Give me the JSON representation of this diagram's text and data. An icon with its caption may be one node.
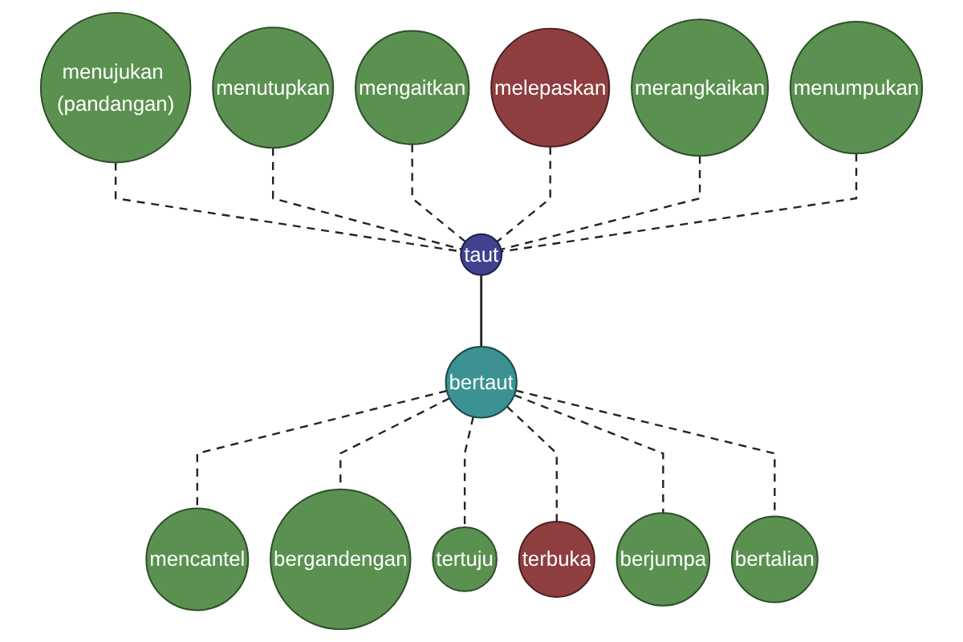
{
  "diagram": {
    "nodes": [
      {
        "text": [
          "menujukan (pandangan)"
        ]
      },
      {
        "text": [
          "menutupkan"
        ]
      },
      {
        "text": [
          "mengaitkan"
        ]
      },
      {
        "text": [
          "melepaskan"
        ]
      },
      {
        "text": [
          "merangkaikan"
        ]
      },
      {
        "text": [
          "taut"
        ]
      },
      {
        "text": [
          "menumpukan"
        ]
      },
      {
        "text": [
          "mencantel"
        ]
      },
      {
        "text": [
          "bertaut"
        ]
      },
      {
        "text": [
          "bergandengan"
        ]
      },
      {
        "text": [
          "tertuju"
        ]
      },
      {
        "text": [
          "terbuka"
        ]
      },
      {
        "text": [
          "berjumpa"
        ]
      },
      {
        "text": [
          "bertalian"
        ]
      }
    ],
    "edges": [
      {
        "from": 0,
        "to": 5,
        "arrow": "none",
        "style": "dashed"
      },
      {
        "from": 1,
        "to": 5,
        "arrow": "none",
        "style": "dashed"
      },
      {
        "from": 2,
        "to": 5,
        "arrow": "none",
        "style": "dashed"
      },
      {
        "from": 3,
        "to": 5,
        "arrow": "none",
        "style": "dashed"
      },
      {
        "from": 4,
        "to": 5,
        "arrow": "none",
        "style": "dashed"
      },
      {
        "from": 6,
        "to": 5,
        "arrow": "none",
        "style": "dashed"
      },
      {
        "from": 5,
        "to": 8,
        "arrow": "none"
      },
      {
        "from": 8,
        "to": 7,
        "arrow": "none",
        "style": "dashed"
      },
      {
        "from": 8,
        "to": 9,
        "arrow": "none",
        "style": "dashed"
      },
      {
        "from": 8,
        "to": 10,
        "arrow": "none",
        "style": "dashed"
      },
      {
        "from": 8,
        "to": 11,
        "arrow": "none",
        "style": "dashed"
      },
      {
        "from": 8,
        "to": 12,
        "arrow": "none",
        "style": "dashed"
      },
      {
        "from": 8,
        "to": 13,
        "arrow": "none",
        "style": "dashed"
      }
    ]
  }
}
